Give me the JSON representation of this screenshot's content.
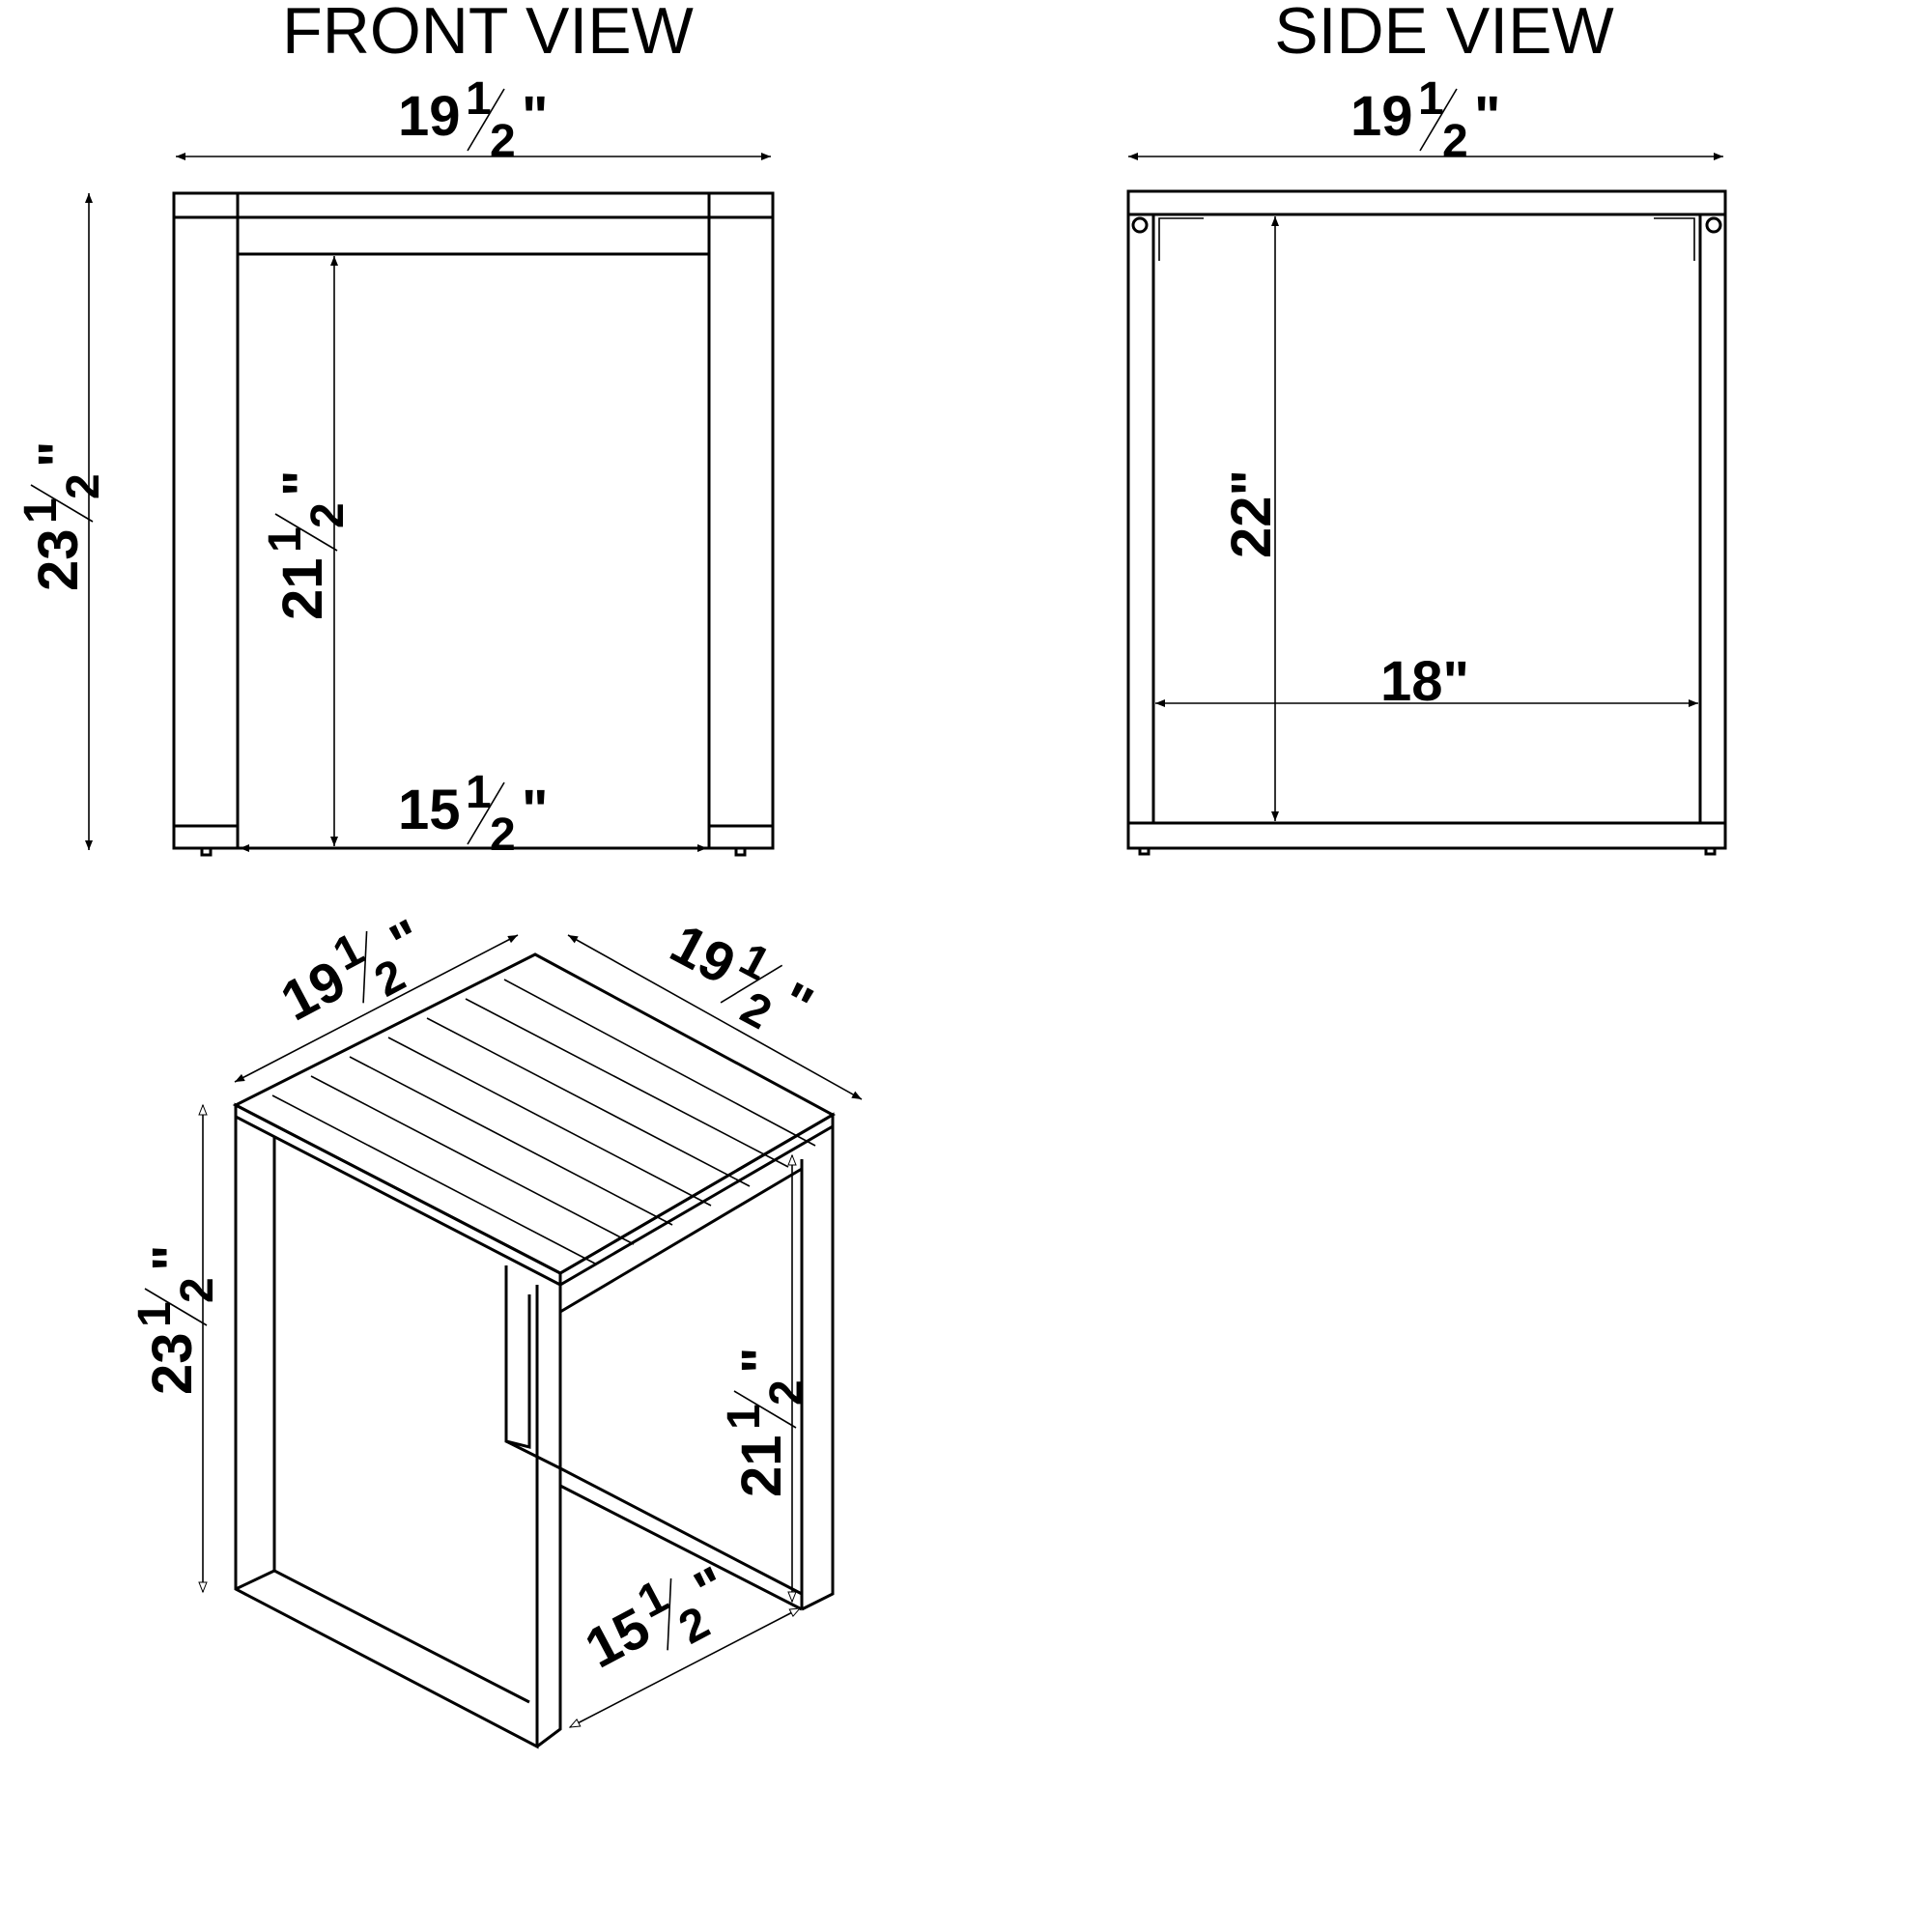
{
  "views": {
    "front": {
      "title": "FRONT VIEW",
      "dim_width": {
        "whole": "19",
        "num": "1",
        "den": "2",
        "unit": "\""
      },
      "dim_height": {
        "whole": "23",
        "num": "1",
        "den": "2",
        "unit": "\""
      },
      "dim_inner_height": {
        "whole": "21",
        "num": "1",
        "den": "2",
        "unit": "\""
      },
      "dim_inner_width": {
        "whole": "15",
        "num": "1",
        "den": "2",
        "unit": "\""
      }
    },
    "side": {
      "title": "SIDE VIEW",
      "dim_width": {
        "whole": "19",
        "num": "1",
        "den": "2",
        "unit": "\""
      },
      "dim_inner_height": "22\"",
      "dim_inner_width": "18\""
    },
    "iso": {
      "dim_width_left": {
        "whole": "19",
        "num": "1",
        "den": "2",
        "unit": "\""
      },
      "dim_width_right": {
        "whole": "19",
        "num": "1",
        "den": "2",
        "unit": "\""
      },
      "dim_height": {
        "whole": "23",
        "num": "1",
        "den": "2",
        "unit": "\""
      },
      "dim_inner_height": {
        "whole": "21",
        "num": "1",
        "den": "2",
        "unit": "\""
      },
      "dim_inner_width": {
        "whole": "15",
        "num": "1",
        "den": "2",
        "unit": "\""
      }
    }
  }
}
